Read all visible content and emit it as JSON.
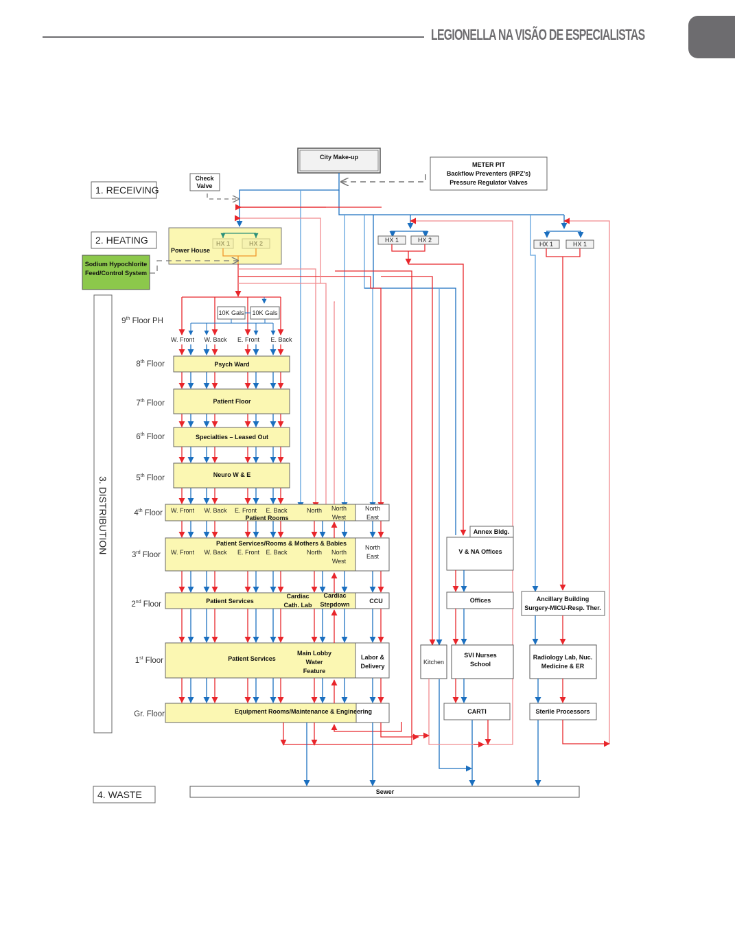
{
  "header": {
    "title": "LEGIONELLA NA VISÃO DE ESPECIALISTAS"
  },
  "colors": {
    "hot": "#e8262b",
    "hot_light": "#f08a8e",
    "cold": "#1b6fbf",
    "cold_light": "#5fa2dd",
    "yellow_box": "#fbf7b2",
    "green_box": "#8cc84b",
    "header_gray": "#6d6c6f"
  },
  "stages": {
    "receiving": "1. RECEIVING",
    "heating": "2. HEATING",
    "distribution": "3. DISTRIBUTION",
    "waste": "4. WASTE"
  },
  "supply": {
    "city": "City Make-up",
    "meter_pit": [
      "METER PIT",
      "Backflow Preventers (RPZ’s)",
      "Pressure Regulator Valves"
    ],
    "check_valve": [
      "Check",
      "Valve"
    ],
    "sodium": [
      "Sodium Hypochlorite",
      "Feed/Control System"
    ],
    "power_house": "Power House",
    "hx_power": [
      "HX 1",
      "HX 2"
    ],
    "hx_mid": [
      "HX 1",
      "HX 2"
    ],
    "hx_right": [
      "HX 1",
      "HX 1"
    ],
    "tanks": [
      "10K Gals",
      "10K Gals"
    ]
  },
  "floors": {
    "ph": {
      "label_num": "9",
      "label_sup": "th",
      "label_rest": " Floor PH",
      "risers": [
        "W. Front",
        "W. Back",
        "E. Front",
        "E. Back"
      ]
    },
    "f8": {
      "label_num": "8",
      "label_sup": "th",
      "label_rest": " Floor",
      "name": "Psych Ward"
    },
    "f7": {
      "label_num": "7",
      "label_sup": "th",
      "label_rest": " Floor",
      "name": "Patient Floor"
    },
    "f6": {
      "label_num": "6",
      "label_sup": "th",
      "label_rest": " Floor",
      "name": "Specialties – Leased Out"
    },
    "f5": {
      "label_num": "5",
      "label_sup": "th",
      "label_rest": " Floor",
      "name": "Neuro W & E"
    },
    "f4": {
      "label_num": "4",
      "label_sup": "th",
      "label_rest": " Floor",
      "zones": [
        "W. Front",
        "W. Back",
        "E. Front",
        "E. Back",
        "North"
      ],
      "nw": [
        "North",
        "West"
      ],
      "name": "Patient Rooms",
      "ne": [
        "North",
        "East"
      ]
    },
    "f3": {
      "label_num": "3",
      "label_sup": "rd",
      "label_rest": " Floor",
      "name": "Patient Services/Rooms & Mothers & Babies",
      "zones": [
        "W. Front",
        "W. Back",
        "E. Front",
        "E. Back",
        "North"
      ],
      "nw": [
        "North",
        "West"
      ],
      "ne": [
        "North",
        "East"
      ]
    },
    "f2": {
      "label_num": "2",
      "label_sup": "nd",
      "label_rest": " Floor",
      "name": "Patient Services",
      "cath": [
        "Cardiac",
        "Cath. Lab"
      ],
      "step": [
        "Cardiac",
        "Stepdown"
      ],
      "side": "CCU"
    },
    "f1": {
      "label_num": "1",
      "label_sup": "st",
      "label_rest": " Floor",
      "name": "Patient Services",
      "lobby": [
        "Main Lobby",
        "Water",
        "Feature"
      ],
      "side": [
        "Labor &",
        "Delivery"
      ]
    },
    "gr": {
      "label": "Gr. Floor",
      "name": "Equipment Rooms/Maintenance & Engineering"
    }
  },
  "buildings": {
    "annex": "Annex Bldg.",
    "vna": "V & NA Offices",
    "offices": "Offices",
    "kitchen": "Kitchen",
    "svi": [
      "SVI Nurses",
      "School"
    ],
    "carti": "CARTI",
    "ancillary": [
      "Ancillary Building",
      "Surgery-MICU-Resp. Ther."
    ],
    "radiology": [
      "Radiology Lab, Nuc.",
      "Medicine & ER"
    ],
    "sterile": "Sterile Processors"
  },
  "waste": {
    "sewer": "Sewer"
  }
}
